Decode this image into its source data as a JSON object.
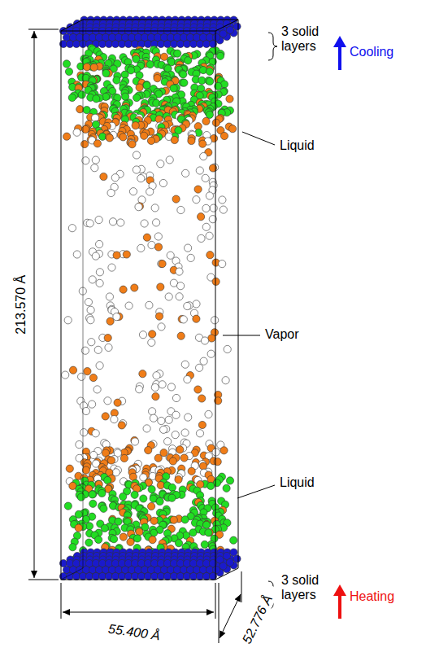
{
  "diagram": {
    "labels": [
      "213.570 Å",
      "3 solid layers",
      "Cooling",
      "Liquid",
      "Vapor",
      "Liquid",
      "3 solid layers",
      "Heating",
      "55.400 Å",
      "52.776 Å"
    ]
  }
}
